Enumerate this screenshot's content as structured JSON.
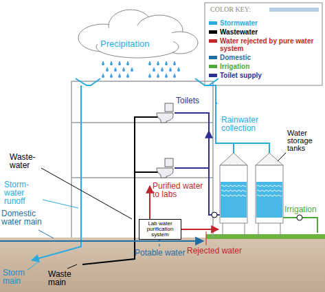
{
  "diagram": {
    "nodes": [
      {
        "text": [
          "Lab water purification system"
        ]
      },
      {
        "text": [
          "Water storage tanks"
        ]
      }
    ],
    "edges": [
      {
        "from": 0,
        "to": 1,
        "arrow": "to"
      }
    ],
    "labels": [
      "Precipitation",
      "Toilets",
      "Rainwater collection",
      "Purified water to labs",
      "Waste- water",
      "Storm- water runoff",
      "Domestic water main",
      "Storm main",
      "Waste main",
      "Potable water",
      "Rejected water",
      "Irrigation",
      "COLOR KEY:"
    ],
    "legend": [
      {
        "text": "Stormwater",
        "color": "#29abe2"
      },
      {
        "text": "Wastewater",
        "color": "#000000"
      },
      {
        "text": "Water rejected by pure water system",
        "color": "#c1272d"
      },
      {
        "text": "Domestic",
        "color": "#1d6fa5"
      },
      {
        "text": "Irrigation",
        "color": "#4fa83a"
      },
      {
        "text": "Toilet supply",
        "color": "#2e3192"
      }
    ]
  }
}
